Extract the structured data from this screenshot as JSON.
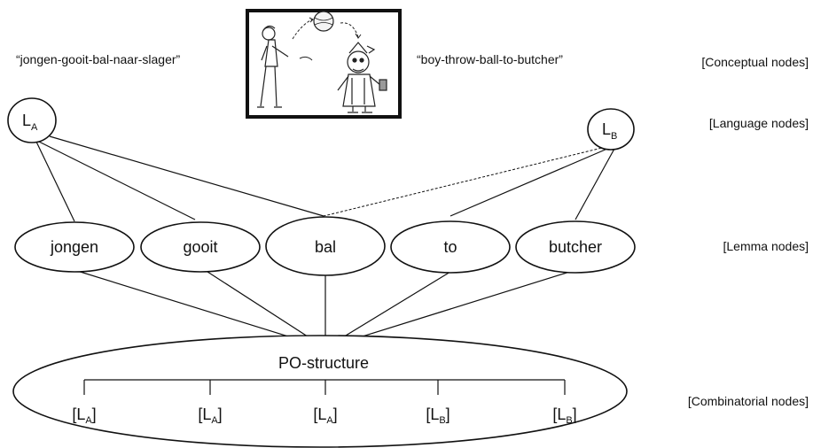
{
  "conceptual": {
    "dutch_phrase": "“jongen-gooit-bal-naar-slager”",
    "english_phrase": "“boy-throw-ball-to-butcher”"
  },
  "levels": {
    "conceptual": "[Conceptual nodes]",
    "language": "[Language nodes]",
    "lemma": "[Lemma nodes]",
    "combinatorial": "[Combinatorial nodes]"
  },
  "language_nodes": {
    "a": {
      "main": "L",
      "sub": "A"
    },
    "b": {
      "main": "L",
      "sub": "B"
    }
  },
  "lemmas": [
    "jongen",
    "gooit",
    "bal",
    "to",
    "butcher"
  ],
  "structure": {
    "title": "PO-structure",
    "slots": [
      {
        "open": "[L",
        "sub": "A",
        "close": "]"
      },
      {
        "open": "[L",
        "sub": "A",
        "close": "]"
      },
      {
        "open": "[L",
        "sub": "A",
        "close": "]"
      },
      {
        "open": "[L",
        "sub": "B",
        "close": "]"
      },
      {
        "open": "[L",
        "sub": "B",
        "close": "]"
      }
    ]
  }
}
